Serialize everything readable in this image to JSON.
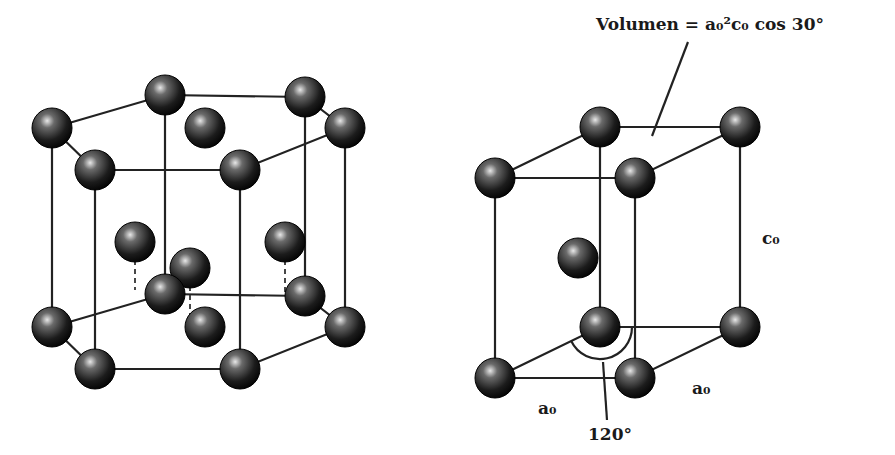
{
  "diagram": {
    "labels": [
      "Volumen = a₀²c₀ cos 30°",
      "c₀",
      "a₀",
      "a₀",
      "120°"
    ]
  }
}
